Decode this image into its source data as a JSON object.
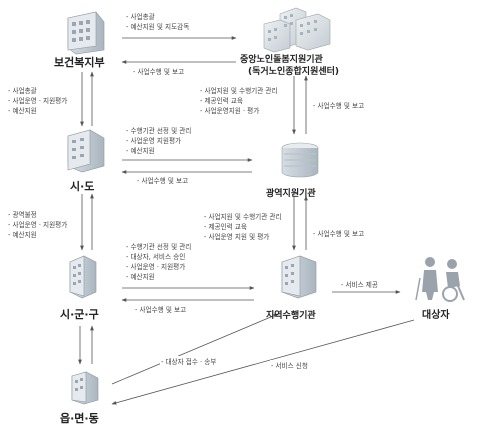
{
  "nodes": {
    "mohw": "보건복지부",
    "central": "중앙노인돌봄지원기관",
    "central_sub": "(독거노인종합지원센터)",
    "province": "시·도",
    "regional": "광역지원기관",
    "city": "시·군·구",
    "local": "지역수행기관",
    "recipient": "대상자",
    "town": "읍·면·동"
  },
  "flows": {
    "mohw_to_central": [
      "- 사업총괄",
      "- 예산지원 및 지도감독"
    ],
    "central_to_mohw": "- 사업수행 및 보고",
    "mohw_to_province": [
      "- 사업총괄",
      "- 사업운영 · 지원평가",
      "- 예산지원"
    ],
    "central_to_regional": [
      "- 사업지원 및 수행기관 관리",
      "- 제공인력 교육",
      "- 사업운영지원 · 평가"
    ],
    "regional_to_central": "- 사업수행 및 보고",
    "province_to_regional": [
      "- 수행기관 선정 및 관리",
      "- 사업운영 지원평가",
      "- 예산지원"
    ],
    "regional_to_province": "- 사업수행 및 보고",
    "province_to_city": [
      "- 광역불정",
      "- 사업운영 · 지원평가",
      "- 예산지원"
    ],
    "regional_to_local": [
      "- 사업지원 및 수행기관 관리",
      "- 제공인력 교육",
      "- 사업운영 지원 및 평가"
    ],
    "local_to_regional": "- 사업수행 및 보고",
    "city_to_local": [
      "- 수행기관 선정 및 관리",
      "- 대상자, 서비스 승인",
      "- 사업운영 · 지원평가",
      "- 예산지원"
    ],
    "local_to_city": "- 사업수행 및 보고",
    "local_to_recipient": "- 서비스 제공",
    "town_to_local": "- 대상자 접수 · 송부",
    "recipient_to_town": "- 서비스 신청"
  }
}
